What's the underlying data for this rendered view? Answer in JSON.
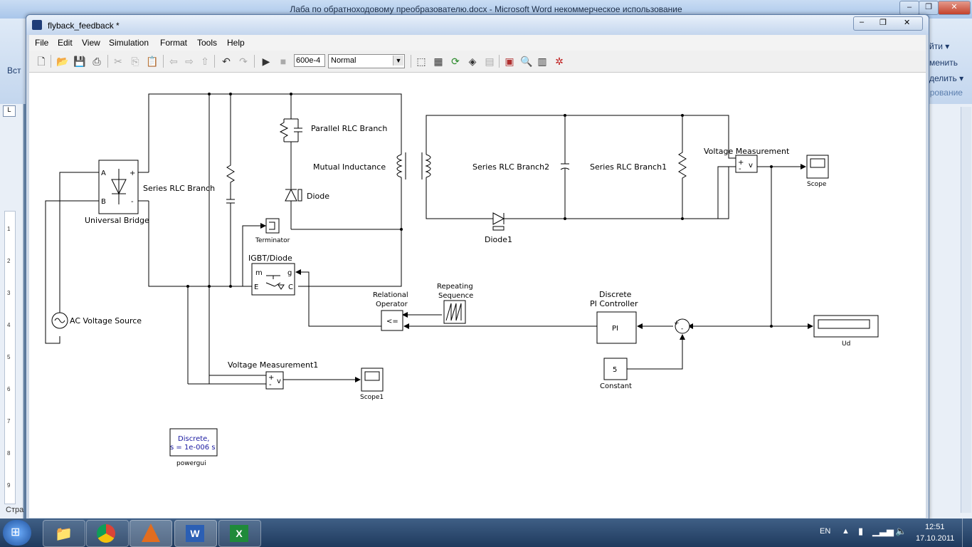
{
  "word": {
    "title": "Лаба по обратноходовому преобразователю.docx - Microsoft Word некоммерческое использование",
    "ribbon_left": "Вст",
    "ribbon_right_items": [
      "йти ▾",
      "менить",
      "делить ▾",
      "ирование"
    ],
    "status_left": "Стра",
    "ruler_numbers": [
      "1",
      "2",
      "3",
      "4",
      "5",
      "6",
      "7",
      "8",
      "9"
    ]
  },
  "simulink": {
    "title": "flyback_feedback *",
    "menu": [
      "File",
      "Edit",
      "View",
      "Simulation",
      "Format",
      "Tools",
      "Help"
    ],
    "stop_time": "600e-4",
    "sim_mode": "Normal",
    "sim_mode_options": [
      "Normal"
    ]
  },
  "diagram": {
    "universal_bridge": {
      "label": "Universal Bridge",
      "port_a": "A",
      "port_b": "B",
      "plus": "+",
      "minus": "-"
    },
    "series_rlc_branch": "Series RLC Branch",
    "parallel_rlc_branch": "Parallel RLC Branch",
    "mutual_inductance": "Mutual Inductance",
    "diode": "Diode",
    "diode1": "Diode1",
    "terminator": "Terminator",
    "igbt": {
      "label": "IGBT/Diode",
      "m": "m",
      "g": "g",
      "e": "E",
      "c": "C"
    },
    "series_rlc_branch2": "Series RLC Branch2",
    "series_rlc_branch1": "Series RLC Branch1",
    "voltage_measurement": {
      "label": "Voltage Measurement",
      "plus": "+",
      "minus": "-",
      "v": "v"
    },
    "scope": "Scope",
    "ac_source": "AC Voltage Source",
    "relational_operator": {
      "label_line1": "Relational",
      "label_line2": "Operator",
      "symbol": "<="
    },
    "repeating_sequence": {
      "label_line1": "Repeating",
      "label_line2": "Sequence"
    },
    "pi_controller": {
      "label_line1": "Discrete",
      "label_line2": "PI Controller",
      "symbol": "PI"
    },
    "sum_signs": {
      "plus": "+",
      "minus": "-"
    },
    "display": "Ud",
    "constant": {
      "label": "Constant",
      "value": "5"
    },
    "voltage_measurement1": {
      "label": "Voltage Measurement1",
      "plus": "+",
      "minus": "-",
      "v": "v"
    },
    "scope1": "Scope1",
    "powergui": {
      "label": "powergui",
      "line1": "Discrete,",
      "line2": "s = 1e-006 s"
    }
  },
  "taskbar": {
    "lang": "EN",
    "time": "12:51",
    "date": "17.10.2011"
  }
}
